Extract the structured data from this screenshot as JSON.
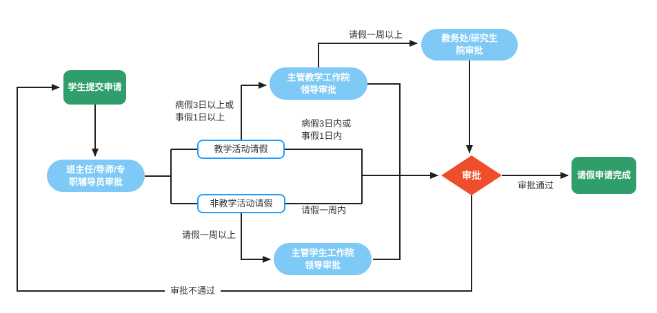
{
  "diagram": {
    "type": "flowchart",
    "colors": {
      "start_end_node": "#2f9e6b",
      "approval_pill_node": "#7ec9f6",
      "branch_node_border": "#1e9fff",
      "decision_diamond": "#ee4e2b",
      "connector_line": "#1f1f1f",
      "label_text": "#333333"
    },
    "nodes": {
      "submit": {
        "label": "学生提交申请"
      },
      "advisor": {
        "lines": [
          "班主任/导师/专",
          "职辅导员审批"
        ]
      },
      "teaching_leave": {
        "label": "教学活动请假"
      },
      "non_teaching_leave": {
        "label": "非教学活动请假"
      },
      "teaching_dean": {
        "lines": [
          "主管教学工作院",
          "领导审批"
        ]
      },
      "academic_office": {
        "lines": [
          "教务处/研究生",
          "院审批"
        ]
      },
      "student_dean": {
        "lines": [
          "主管学生工作院",
          "领导审批"
        ]
      },
      "decision": {
        "label": "审批"
      },
      "complete": {
        "label": "请假申请完成"
      }
    },
    "edge_labels": {
      "sick3_plus": {
        "lines": [
          "病假3日以上或",
          "事假1日以上"
        ]
      },
      "week_plus_top": "请假一周以上",
      "sick3_within": {
        "lines": [
          "病假3日内或",
          "事假1日内"
        ]
      },
      "week_within": "请假一周内",
      "week_plus_bottom": "请假一周以上",
      "approved": "审批通过",
      "rejected": "审批不通过"
    }
  }
}
